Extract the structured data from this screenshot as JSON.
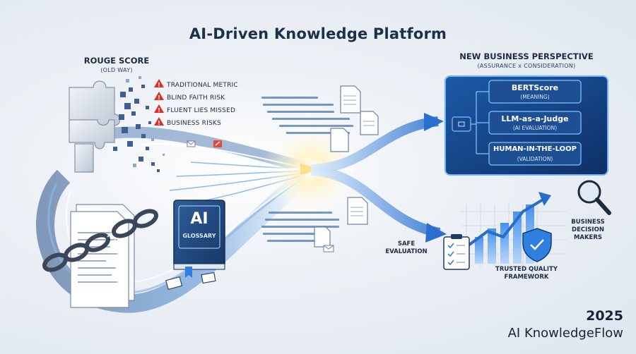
{
  "title": "AI-Driven Knowledge Platform",
  "left": {
    "heading": "ROUGE SCORE",
    "subheading": "(OLD WAY)",
    "risks": [
      "TRADITIONAL METRIC",
      "BLIND FAITH RISK",
      "FLUENT LIES MISSED",
      "BUSINESS RISKS"
    ]
  },
  "glossary": {
    "big": "AI",
    "small": "GLOSSARY"
  },
  "right": {
    "heading": "NEW BUSINESS PERSPECTIVE",
    "subheading": "(ASSURANCE x CONSIDERATION)",
    "boxes": [
      {
        "label": "BERTScore",
        "sub": "(MEANING)"
      },
      {
        "label": "LLM-as-a-Judge",
        "sub": "(AI EVALUATION)"
      },
      {
        "label": "HUMAN-IN-THE-LOOP",
        "sub": "(VALIDATION)"
      }
    ]
  },
  "safe_evaluation": [
    "SAFE",
    "EVALUATION"
  ],
  "trusted_framework": [
    "TRUSTED QUALITY",
    "FRAMEWORK"
  ],
  "decision_makers": [
    "BUSINESS",
    "DECISION",
    "MAKERS"
  ],
  "footer": {
    "year": "2025",
    "brand": "AI KnowledgeFlow"
  },
  "colors": {
    "accent": "#2f7fe0",
    "panel": "#123a78",
    "risk": "#d9302c"
  }
}
